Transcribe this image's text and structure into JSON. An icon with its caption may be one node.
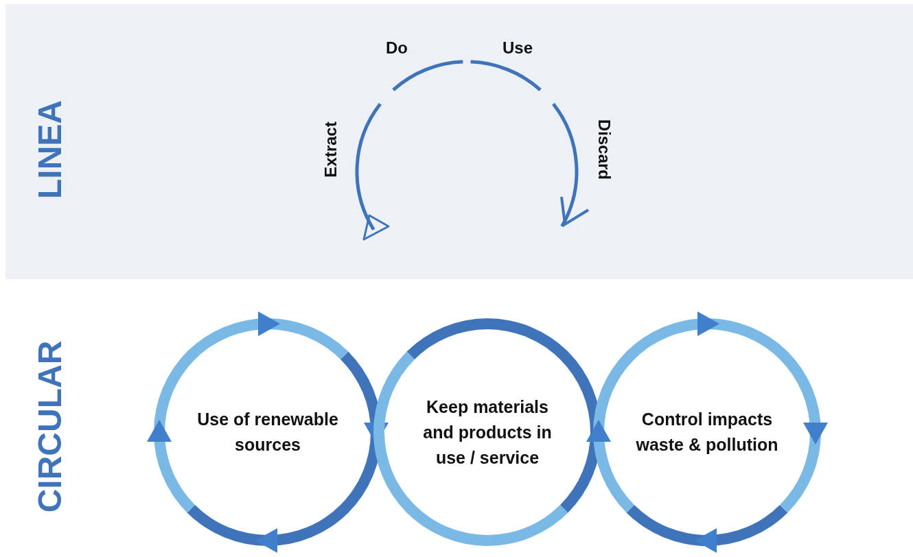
{
  "diagram": {
    "nodes": [
      {
        "text": [
          "Use of renewable sources"
        ]
      },
      {
        "text": [
          "Keep materials and products in use / service"
        ]
      },
      {
        "text": [
          "Control impacts waste & pollution"
        ]
      }
    ],
    "labels": [
      "Do",
      "Use",
      "LINEA",
      "Extract",
      "Discard",
      "CIRCULAR"
    ]
  }
}
